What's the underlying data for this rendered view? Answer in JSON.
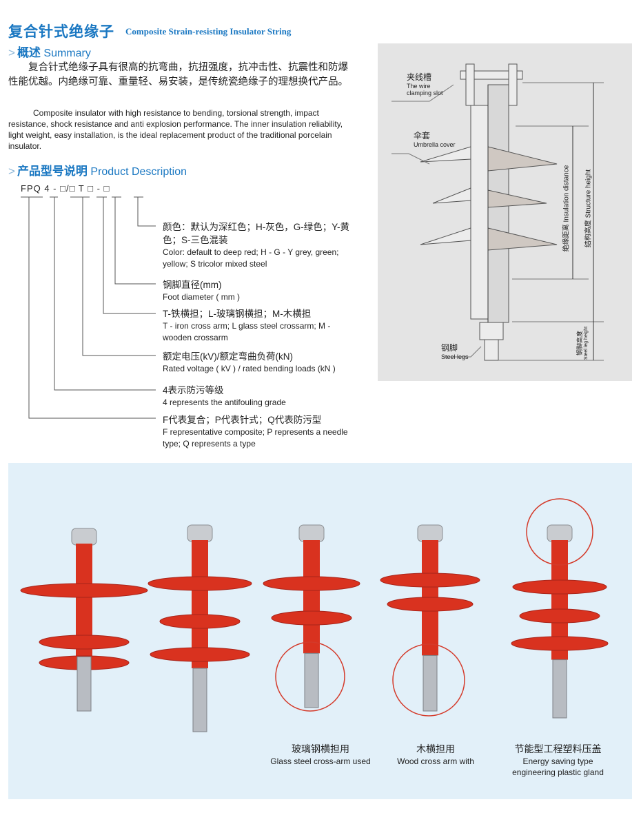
{
  "title": {
    "cn": "复合针式绝缘子",
    "en": "Composite Strain-resisting Insulator String"
  },
  "summary": {
    "heading_cn": "概述",
    "heading_en": "Summary",
    "chevron": ">",
    "text_cn": "复合针式绝缘子具有很高的抗弯曲，抗扭强度，抗冲击性、抗震性和防爆性能优越。内绝缘可靠、重量轻、易安装，是传统瓷绝缘子的理想换代产品。",
    "text_en": "Composite insulator with high resistance to bending, torsional strength, impact resistance, shock resistance and anti explosion performance. The inner insulation reliability, light weight, easy installation, is the ideal replacement product of the traditional porcelain insulator."
  },
  "description": {
    "heading_cn": "产品型号说明",
    "heading_en": "Product Description",
    "chevron": ">",
    "code": "FPQ 4 - □/□ T □ - □",
    "items": [
      {
        "cn": "颜色：默认为深红色；H-灰色，G-绿色；Y-黄色；S-三色混装",
        "en": "Color: default to deep red; H - G - Y grey, green; yellow; S tricolor mixed steel"
      },
      {
        "cn": "钢脚直径(mm)",
        "en": "Foot diameter ( mm )"
      },
      {
        "cn": "T-铁横担；L-玻璃钢横担；M-木横担",
        "en": "T - iron cross arm; L glass steel crossarm; M - wooden crossarm"
      },
      {
        "cn": "额定电压(kV)/额定弯曲负荷(kN)",
        "en": "Rated voltage ( kV ) / rated bending loads (kN )"
      },
      {
        "cn": "4表示防污等级",
        "en": "4 represents the antifouling grade"
      },
      {
        "cn": "F代表复合；P代表针式；Q代表防污型",
        "en": "F representative composite; P represents a needle type; Q represents a type"
      }
    ]
  },
  "diagram": {
    "clamp": {
      "cn": "夹线槽",
      "en1": "The wire",
      "en2": "clamping slot"
    },
    "umbrella": {
      "cn": "伞套",
      "en": "Umbrella cover"
    },
    "legs": {
      "cn": "钢脚",
      "en": "Steel legs"
    },
    "insulation": "绝缘距离 Insulation distance",
    "structure": "结构高度 Structure height",
    "leg_height_cn": "钢脚高度",
    "leg_height_en": "Steel leg height"
  },
  "products": [
    {
      "cn": "",
      "en": ""
    },
    {
      "cn": "",
      "en": ""
    },
    {
      "cn": "玻璃钢横担用",
      "en": "Glass steel cross-arm used"
    },
    {
      "cn": "木横担用",
      "en": "Wood cross arm with"
    },
    {
      "cn": "节能型工程塑料压盖",
      "en": "Energy saving type",
      "en2": "engineering plastic gland"
    }
  ],
  "colors": {
    "accent": "#1b78c2",
    "insulator_red": "#d9321f",
    "panel": "#e2f0f9"
  }
}
